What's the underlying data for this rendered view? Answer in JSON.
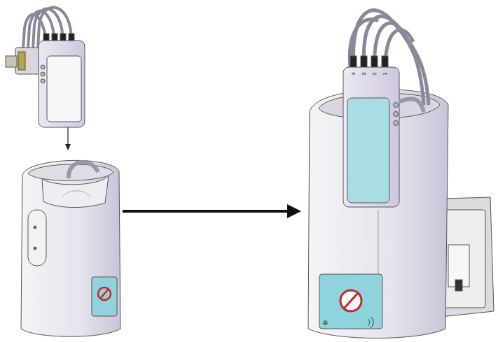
{
  "diagram": {
    "labels": [
      "4",
      "3",
      "2",
      "1"
    ]
  }
}
